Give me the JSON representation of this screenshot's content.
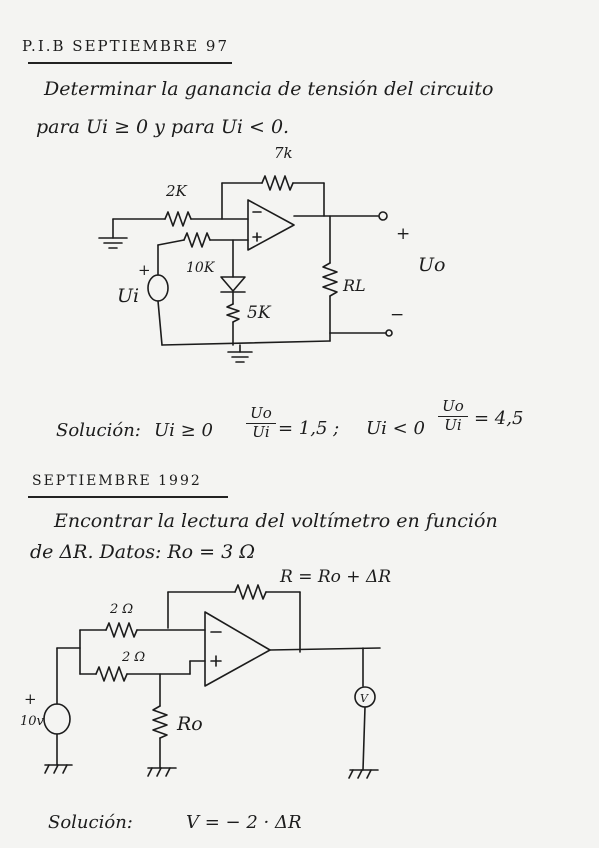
{
  "problem1": {
    "header": "P.I.B SEPTIEMBRE 97",
    "statement_line1": "Determinar la ganancia de tensión del circuito",
    "statement_line2": "para   Ui ≥ 0  y para  Ui < 0.",
    "circuit": {
      "r_feedback": "7k",
      "r_input": "2K",
      "r_noninv": "10K",
      "r_diode": "5K",
      "load": "RL",
      "source": "Ui",
      "output": "Uo",
      "plus": "+",
      "minus": "−"
    },
    "solution_label": "Solución:",
    "cond1": "Ui ≥ 0",
    "frac1_num": "Uo",
    "frac1_den": "Ui",
    "value1": "= 1,5 ;",
    "cond2": "Ui < 0",
    "frac2_num": "Uo",
    "frac2_den": "Ui",
    "value2": "= 4,5"
  },
  "problem2": {
    "header": "SEPTIEMBRE 1992",
    "statement_line1": "Encontrar la lectura del voltímetro en función",
    "statement_line2": "de ΔR.  Datos: Ro = 3 Ω",
    "circuit": {
      "r_feedback": "R = Ro + ΔR",
      "r_top": "2 Ω",
      "r_bottom": "2 Ω",
      "r_ground": "Ro",
      "source": "10v",
      "source_plus": "+",
      "voltmeter": "V"
    },
    "solution_label": "Solución:",
    "solution": "V = − 2 · ΔR"
  }
}
